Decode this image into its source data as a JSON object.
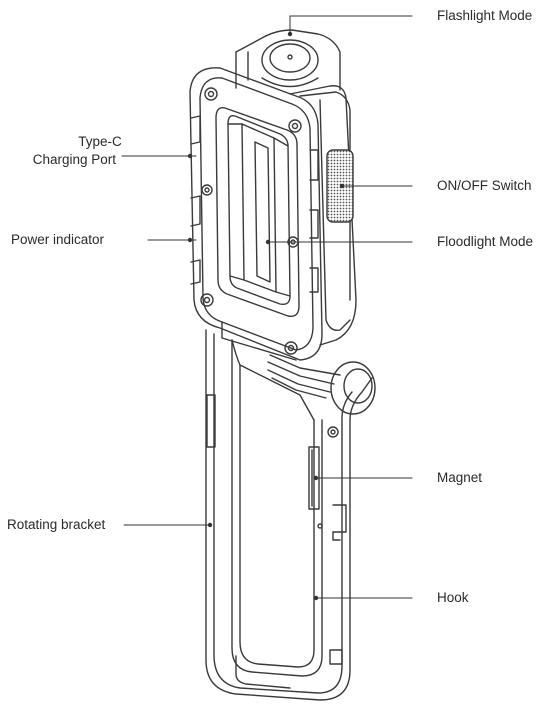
{
  "callouts": {
    "flashlight_mode": "Flashlight Mode",
    "type_c_line1": "Type-C",
    "type_c_line2": "Charging  Port",
    "on_off_switch": "ON/OFF Switch",
    "power_indicator": "Power indicator",
    "floodlight_mode": "Floodlight Mode",
    "magnet": "Magnet",
    "rotating_bracket": "Rotating bracket",
    "hook": "Hook"
  },
  "colors": {
    "stroke": "#3a3a3a",
    "leader": "#333333",
    "knurl": "#555555"
  }
}
